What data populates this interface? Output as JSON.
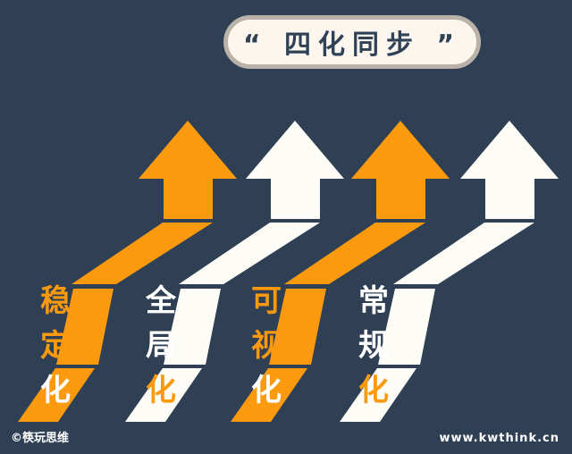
{
  "title": "“ 四化同步 ”",
  "columns": [
    {
      "chars": [
        "稳",
        "定",
        "化"
      ],
      "arrow_color": "#fb9a0e"
    },
    {
      "chars": [
        "全",
        "局",
        "化"
      ],
      "arrow_color": "#fdfcf7"
    },
    {
      "chars": [
        "可",
        "视",
        "化"
      ],
      "arrow_color": "#fb9a0e"
    },
    {
      "chars": [
        "常",
        "规",
        "化"
      ],
      "arrow_color": "#fdfcf7"
    }
  ],
  "footer": {
    "copyright": "©筷玩思维",
    "website": "www.kwthink.cn"
  },
  "colors": {
    "background": "#2f4055",
    "orange": "#fb9a0e",
    "white": "#fdfcf7"
  }
}
